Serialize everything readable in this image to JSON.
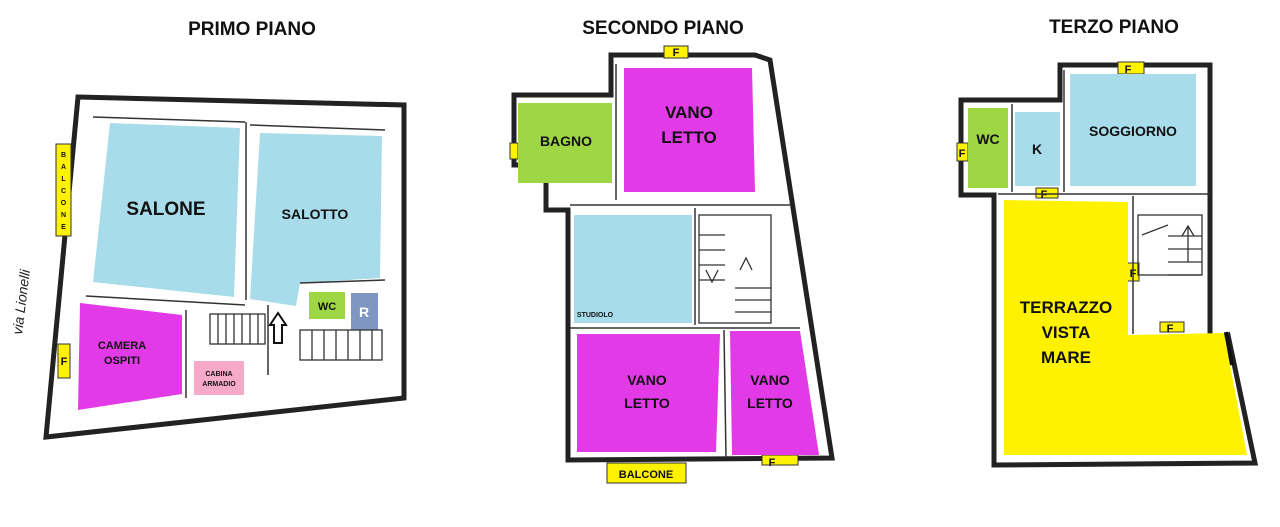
{
  "floors": [
    {
      "title": "PRIMO PIANO",
      "street": "via Lionelli",
      "rooms": {
        "salone": "SALONE",
        "salotto": "SALOTTO",
        "wc": "WC",
        "r": "R",
        "camera_l1": "CAMERA",
        "camera_l2": "OSPITI",
        "cabina_l1": "CABINA",
        "cabina_l2": "ARMADIO"
      },
      "balcone_vertical": [
        "B",
        "A",
        "L",
        "C",
        "O",
        "N",
        "E"
      ],
      "window_mark": "F"
    },
    {
      "title": "SECONDO PIANO",
      "rooms": {
        "bagno": "BAGNO",
        "vano1_l1": "VANO",
        "vano1_l2": "LETTO",
        "studiolo": "STUDIOLO",
        "vano2_l1": "VANO",
        "vano2_l2": "LETTO",
        "vano3_l1": "VANO",
        "vano3_l2": "LETTO"
      },
      "balcone": "BALCONE",
      "window_mark": "F"
    },
    {
      "title": "TERZO PIANO",
      "rooms": {
        "wc": "WC",
        "k": "K",
        "soggiorno": "SOGGIORNO",
        "terrazzo_l1": "TERRAZZO",
        "terrazzo_l2": "VISTA",
        "terrazzo_l3": "MARE"
      },
      "window_mark": "F"
    }
  ],
  "colors": {
    "blue": "#a8dcea",
    "magenta": "#e23ae6",
    "green": "#9fd643",
    "yellow": "#fef200",
    "pink": "#f7a9c9",
    "steel": "#7f95c2"
  }
}
